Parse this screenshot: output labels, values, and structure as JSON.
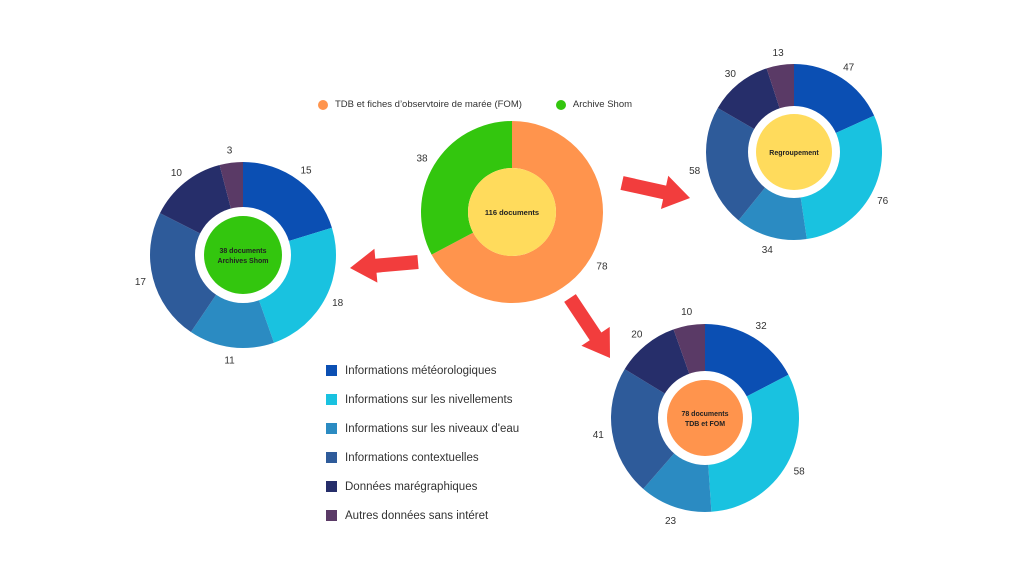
{
  "colors": {
    "categories": [
      "#0b4fb3",
      "#19c2e0",
      "#2b8bc2",
      "#2e5b9a",
      "#262e6a",
      "#5a3a66"
    ],
    "fom": "#ff944d",
    "shom": "#33c60e",
    "center_yellow": "#ffdb5c",
    "arrow": "#f23d3d"
  },
  "top_legend": [
    {
      "label": "TDB et fiches d’observtoire de marée (FOM)",
      "color": "#ff944d"
    },
    {
      "label": "Archive Shom",
      "color": "#33c60e"
    }
  ],
  "category_legend": [
    "Informations météorologiques",
    "Informations sur les nivellements",
    "Informations sur les niveaux d'eau",
    "Informations contextuelles",
    "Données marégraphiques",
    "Autres données sans intéret"
  ],
  "chart_data": [
    {
      "type": "pie",
      "id": "main",
      "center_label": [
        "116 documents"
      ],
      "series": [
        {
          "name": "TDB et fiches d’observtoire de marée (FOM)",
          "value": 78
        },
        {
          "name": "Archive Shom",
          "value": 38
        }
      ]
    },
    {
      "type": "pie",
      "id": "shom",
      "center_label": [
        "38 documents",
        "Archives Shom"
      ],
      "series": [
        {
          "name": "Informations météorologiques",
          "value": 15
        },
        {
          "name": "Informations sur les nivellements",
          "value": 18
        },
        {
          "name": "Informations sur les niveaux d'eau",
          "value": 11
        },
        {
          "name": "Informations contextuelles",
          "value": 17
        },
        {
          "name": "Données marégraphiques",
          "value": 10
        },
        {
          "name": "Autres données sans intéret",
          "value": 3
        }
      ]
    },
    {
      "type": "pie",
      "id": "regroupement",
      "center_label": [
        "Regroupement"
      ],
      "series": [
        {
          "name": "Informations météorologiques",
          "value": 47
        },
        {
          "name": "Informations sur les nivellements",
          "value": 76
        },
        {
          "name": "Informations sur les niveaux d'eau",
          "value": 34
        },
        {
          "name": "Informations contextuelles",
          "value": 58
        },
        {
          "name": "Données marégraphiques",
          "value": 30
        },
        {
          "name": "Autres données sans intéret",
          "value": 13
        }
      ]
    },
    {
      "type": "pie",
      "id": "fom",
      "center_label": [
        "78 documents",
        "TDB et FOM"
      ],
      "series": [
        {
          "name": "Informations météorologiques",
          "value": 32
        },
        {
          "name": "Informations sur les nivellements",
          "value": 58
        },
        {
          "name": "Informations sur les niveaux d'eau",
          "value": 23
        },
        {
          "name": "Informations contextuelles",
          "value": 41
        },
        {
          "name": "Données marégraphiques",
          "value": 20
        },
        {
          "name": "Autres données sans intéret",
          "value": 10
        }
      ]
    }
  ]
}
